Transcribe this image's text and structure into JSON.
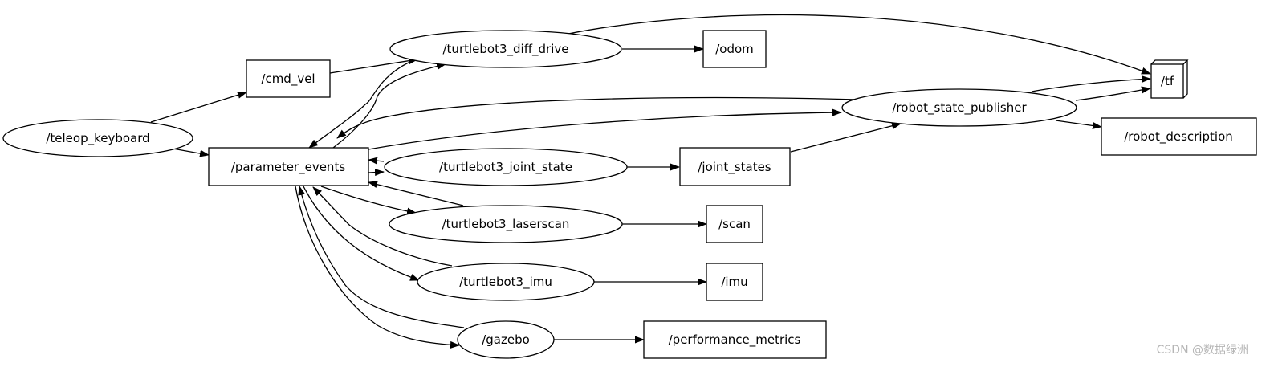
{
  "graph": {
    "nodes": [
      {
        "id": "teleop_keyboard",
        "label": "/teleop_keyboard",
        "kind": "node"
      },
      {
        "id": "cmd_vel",
        "label": "/cmd_vel",
        "kind": "topic"
      },
      {
        "id": "parameter_events",
        "label": "/parameter_events",
        "kind": "topic"
      },
      {
        "id": "turtlebot3_diff_drive",
        "label": "/turtlebot3_diff_drive",
        "kind": "node"
      },
      {
        "id": "odom",
        "label": "/odom",
        "kind": "topic"
      },
      {
        "id": "tf",
        "label": "/tf",
        "kind": "topic"
      },
      {
        "id": "robot_state_publisher",
        "label": "/robot_state_publisher",
        "kind": "node"
      },
      {
        "id": "robot_description",
        "label": "/robot_description",
        "kind": "topic"
      },
      {
        "id": "turtlebot3_joint_state",
        "label": "/turtlebot3_joint_state",
        "kind": "node"
      },
      {
        "id": "joint_states",
        "label": "/joint_states",
        "kind": "topic"
      },
      {
        "id": "turtlebot3_laserscan",
        "label": "/turtlebot3_laserscan",
        "kind": "node"
      },
      {
        "id": "scan",
        "label": "/scan",
        "kind": "topic"
      },
      {
        "id": "turtlebot3_imu",
        "label": "/turtlebot3_imu",
        "kind": "node"
      },
      {
        "id": "imu",
        "label": "/imu",
        "kind": "topic"
      },
      {
        "id": "gazebo",
        "label": "/gazebo",
        "kind": "node"
      },
      {
        "id": "performance_metrics",
        "label": "/performance_metrics",
        "kind": "topic"
      }
    ],
    "edges": [
      {
        "from": "teleop_keyboard",
        "to": "cmd_vel"
      },
      {
        "from": "teleop_keyboard",
        "to": "parameter_events"
      },
      {
        "from": "cmd_vel",
        "to": "turtlebot3_diff_drive"
      },
      {
        "from": "turtlebot3_diff_drive",
        "to": "parameter_events"
      },
      {
        "from": "parameter_events",
        "to": "turtlebot3_diff_drive"
      },
      {
        "from": "turtlebot3_diff_drive",
        "to": "odom"
      },
      {
        "from": "turtlebot3_diff_drive",
        "to": "tf"
      },
      {
        "from": "robot_state_publisher",
        "to": "tf"
      },
      {
        "from": "robot_state_publisher",
        "to": "robot_description"
      },
      {
        "from": "robot_state_publisher",
        "to": "parameter_events"
      },
      {
        "from": "parameter_events",
        "to": "robot_state_publisher"
      },
      {
        "from": "turtlebot3_joint_state",
        "to": "parameter_events"
      },
      {
        "from": "parameter_events",
        "to": "turtlebot3_joint_state"
      },
      {
        "from": "turtlebot3_joint_state",
        "to": "joint_states"
      },
      {
        "from": "joint_states",
        "to": "robot_state_publisher"
      },
      {
        "from": "turtlebot3_laserscan",
        "to": "parameter_events"
      },
      {
        "from": "parameter_events",
        "to": "turtlebot3_laserscan"
      },
      {
        "from": "turtlebot3_laserscan",
        "to": "scan"
      },
      {
        "from": "turtlebot3_imu",
        "to": "parameter_events"
      },
      {
        "from": "parameter_events",
        "to": "turtlebot3_imu"
      },
      {
        "from": "turtlebot3_imu",
        "to": "imu"
      },
      {
        "from": "gazebo",
        "to": "parameter_events"
      },
      {
        "from": "parameter_events",
        "to": "gazebo"
      },
      {
        "from": "gazebo",
        "to": "performance_metrics"
      }
    ]
  },
  "watermark": "CSDN @数据绿洲"
}
